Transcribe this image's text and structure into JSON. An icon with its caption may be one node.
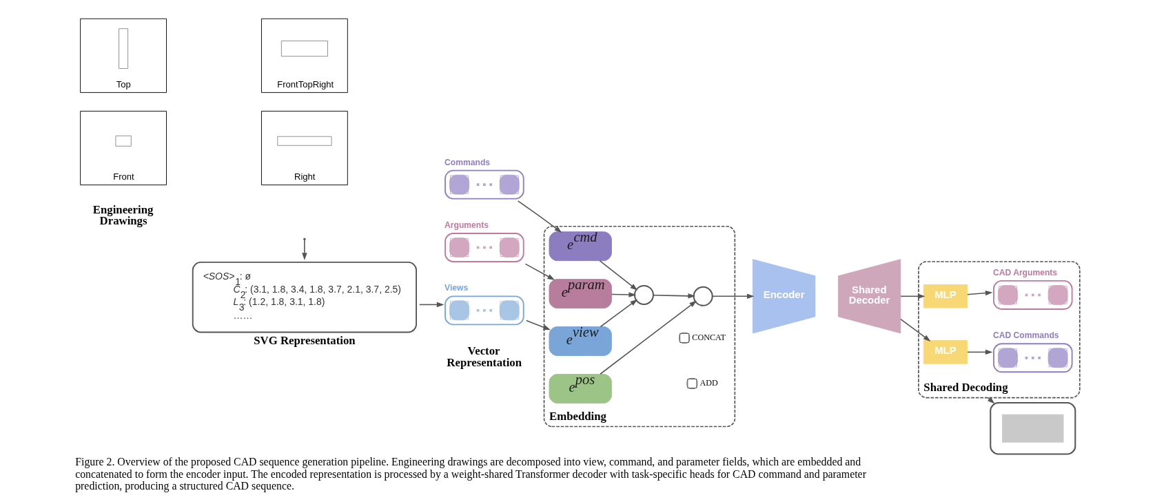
{
  "diagram": {
    "caption": "Figure 2. Overview of the proposed CAD sequence generation pipeline. Engineering drawings are decomposed into view, command, and parameter fields, which are embedded and concatenated to form the encoder input. The encoded representation is processed by a weight-shared Transformer decoder with task-specific heads for CAD command and parameter prediction, producing a structured CAD sequence.",
    "nodes": [
      {
        "text": [
          "*<SOS>*$_{1}$: ø",
          "*C*$_{2}$: (3.1, 1.8, 3.4, 1.8, 3.7, 2.1, 3.7, 2.5)",
          "*L*$_{3}$: (1.2, 1.8, 3.1, 1.8)",
          "……",
          "SVG Representation"
        ]
      },
      {
        "text": [
          "Top"
        ]
      },
      {
        "text": [
          "FrontTopRight"
        ]
      },
      {
        "text": [
          "Front"
        ]
      },
      {
        "text": [
          "Right"
        ]
      },
      {
        "text": [
          "Views"
        ]
      },
      {
        "text": [
          "Commands"
        ]
      },
      {
        "text": [
          "Arguments"
        ]
      },
      {
        "text": [
          "Embedding"
        ]
      },
      {
        "text": [
          "e$^{pos}$"
        ],
        "in": 8
      },
      {
        "text": [
          "e$^{view}$"
        ],
        "in": 8
      },
      {
        "text": [
          "e$^{cmd}$"
        ],
        "in": 8
      },
      {
        "text": [
          "e$^{param}$"
        ],
        "in": 8
      },
      {
        "text": [],
        "shape": "circle",
        "in": 8
      },
      {
        "text": [],
        "shape": "circle",
        "in": 8
      },
      {
        "text": [
          "Encoder"
        ]
      },
      {
        "text": [
          "Shared Decoder"
        ]
      },
      {
        "text": [
          "Shared Decoding"
        ]
      },
      {
        "text": [
          "MLP"
        ],
        "in": 17
      },
      {
        "text": [
          "MLP"
        ],
        "in": 17
      },
      {
        "text": [
          "CAD Commands"
        ],
        "in": 17
      },
      {
        "text": [
          "CAD Arguments"
        ],
        "in": 17
      },
      {
        "text": [],
        "shape": "picture"
      }
    ],
    "edges": [
      {
        "from": null,
        "to": 0,
        "arrow": "to"
      },
      {
        "from": 0,
        "to": 5,
        "arrow": "to"
      },
      {
        "from": 5,
        "to": 10,
        "arrow": "to"
      },
      {
        "from": 6,
        "to": 11,
        "arrow": "to"
      },
      {
        "from": 7,
        "to": 12,
        "arrow": "to"
      },
      {
        "from": 9,
        "to": 14,
        "arrow": "to"
      },
      {
        "from": 10,
        "to": 13,
        "arrow": "to"
      },
      {
        "from": 11,
        "to": 13,
        "arrow": "to"
      },
      {
        "from": 12,
        "to": 13,
        "arrow": "to"
      },
      {
        "from": 13,
        "to": 14,
        "arrow": "to"
      },
      {
        "from": 14,
        "to": 15,
        "arrow": "to"
      },
      {
        "from": 16,
        "to": 18,
        "arrow": "to"
      },
      {
        "from": 16,
        "to": 19,
        "arrow": "to"
      },
      {
        "from": 18,
        "to": 20,
        "arrow": "to"
      },
      {
        "from": 19,
        "to": 21,
        "arrow": "to"
      },
      {
        "from": 17,
        "to": 22,
        "arrow": "to"
      }
    ],
    "labels": [
      "Engineering Drawings",
      "Vector Representation"
    ],
    "legend": [
      {
        "text": "CONCAT"
      },
      {
        "text": "ADD"
      }
    ]
  }
}
